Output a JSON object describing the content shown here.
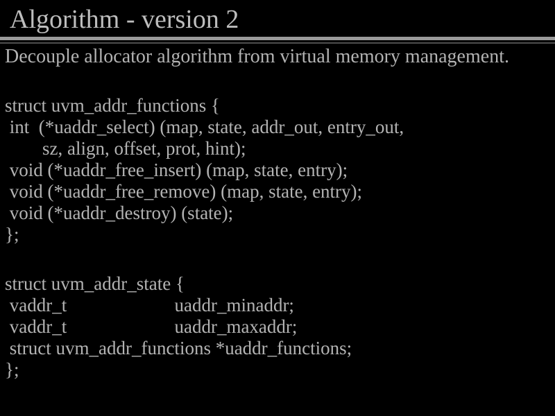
{
  "slide": {
    "title": "Algorithm - version 2",
    "subtitle": "Decouple allocator algorithm from virtual memory management.",
    "colors": {
      "background": "#000000",
      "text": "#b3b3b3",
      "title": "#bdbdbd",
      "rule": "#9a9a9a",
      "rule_shadow": "#4f4f4f"
    },
    "code_block_1": {
      "lines": [
        "struct uvm_addr_functions {",
        " int  (*uaddr_select) (map, state, addr_out, entry_out,",
        "        sz, align, offset, prot, hint);",
        " void (*uaddr_free_insert) (map, state, entry);",
        " void (*uaddr_free_remove) (map, state, entry);",
        " void (*uaddr_destroy) (state);",
        "};"
      ]
    },
    "code_block_2": {
      "lines": [
        "struct uvm_addr_state {",
        " vaddr_t                       uaddr_minaddr;",
        " vaddr_t                       uaddr_maxaddr;",
        " struct uvm_addr_functions *uaddr_functions;",
        "};"
      ]
    }
  }
}
